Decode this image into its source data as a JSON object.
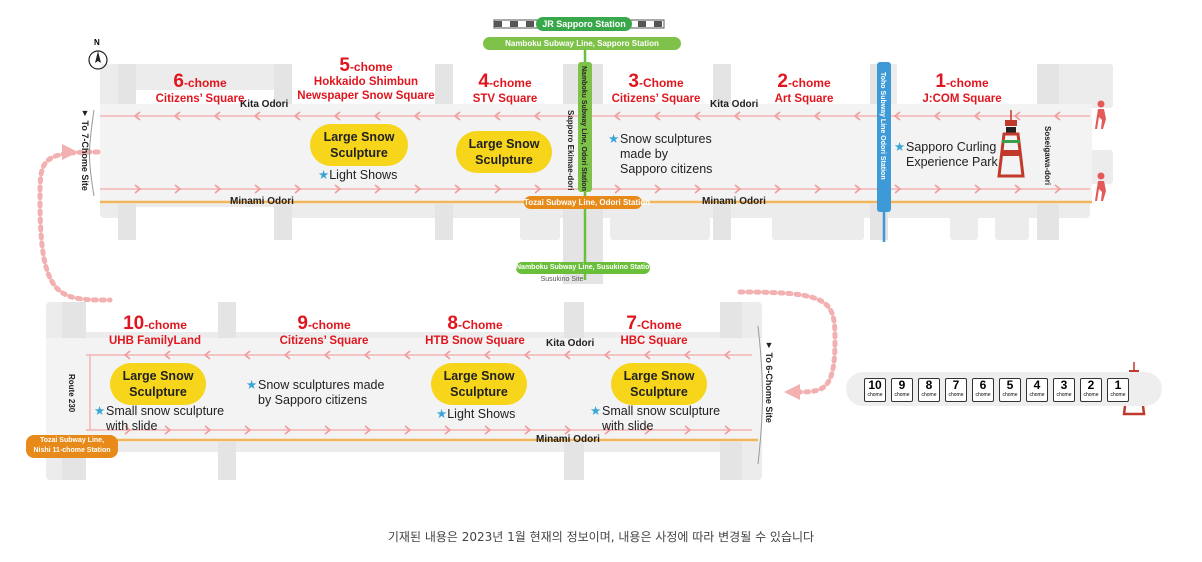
{
  "stations": {
    "jr_sapporo": "JR Sapporo Station",
    "namboku_sapporo": "Namboku Subway Line, Sapporo Station",
    "namboku_odori": "Namboku Subway Line, Odori Station",
    "tozai_odori": "Tozai Subway Line, Odori Station",
    "toho_odori": "Toho Subway Line Odori Station",
    "namboku_susukino": "Namboku Subway Line, Susukino Station",
    "susukino_site": "Susukino Site",
    "tozai_nishi": "Tozai Subway Line,\nNishi 11-chome Station"
  },
  "roads": {
    "kita_odori": "Kita Odori",
    "minami_odori": "Minami Odori",
    "sapporo_ekimae": "Sapporo Ekimae-dori",
    "sosei_gawa": "Soseigawa-dori",
    "route_230": "Route 230"
  },
  "directions": {
    "to_7_chome": "▼ To 7-Chome Site",
    "to_6_chome": "▼ To 6-Chome Site"
  },
  "compass": "N",
  "chome_suffix": "-chome",
  "chome_suffix_cap": "-Chome",
  "sites_top": [
    {
      "num": "6",
      "suffix": "-chome",
      "name": "Citizens’ Square"
    },
    {
      "num": "5",
      "suffix": "-chome",
      "name": "Hokkaido Shimbun\nNewspaper Snow Square"
    },
    {
      "num": "4",
      "suffix": "-chome",
      "name": "STV Square"
    },
    {
      "num": "3",
      "suffix": "-Chome",
      "name": "Citizens’ Square"
    },
    {
      "num": "2",
      "suffix": "-chome",
      "name": "Art Square"
    },
    {
      "num": "1",
      "suffix": "-chome",
      "name": "J:COM Square"
    }
  ],
  "sites_bottom": [
    {
      "num": "10",
      "suffix": "-chome",
      "name": "UHB FamilyLand"
    },
    {
      "num": "9",
      "suffix": "-chome",
      "name": "Citizens’ Square"
    },
    {
      "num": "8",
      "suffix": "-Chome",
      "name": "HTB Snow Square"
    },
    {
      "num": "7",
      "suffix": "-Chome",
      "name": "HBC Square"
    }
  ],
  "sculpture_label": "Large Snow\nSculpture",
  "notes": {
    "light_shows": "Light Shows",
    "citizens_top": "Snow sculptures\nmade by\nSapporo citizens",
    "curling": "Sapporo Curling\nExperience Park",
    "slide": "Small snow sculpture\nwith slide",
    "citizens_bottom": "Snow sculptures made\nby Sapporo citizens"
  },
  "legend": [
    "10",
    "9",
    "8",
    "7",
    "6",
    "5",
    "4",
    "3",
    "2",
    "1"
  ],
  "legend_unit": "chome",
  "footer": "기재된 내용은 2023년 1월 현재의 정보이며, 내용은 사정에 따라 변경될 수 있습니다",
  "colors": {
    "accent_red": "#e0161e",
    "sculpture_yellow": "#f6d51a",
    "namboku_green": "#6abf3a",
    "tozai_orange": "#e88a1a",
    "toho_blue": "#3d9ad6",
    "road_gray": "#e8e8e8",
    "path_pink": "#f0a3a3"
  }
}
